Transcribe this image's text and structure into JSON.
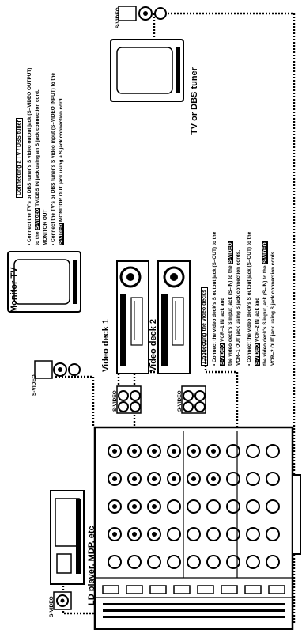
{
  "labels": {
    "monitor_tv": "Monitor TV",
    "tv_dbs_tuner": "TV or DBS tuner",
    "video_deck_1": "Video deck 1",
    "video_deck_2": "Video deck 2",
    "ld_player": "LD player, MDP, etc"
  },
  "tv_section": {
    "title": "Connecting a TV / DBS tuner",
    "line1": "• Connect the TV's or DBS tuner's S video output jack (S–VIDEO OUTPUT)",
    "line2_pre": "to the",
    "line2_tag": "S-VIDEO",
    "line2_post": "TV/DBS IN jack using an S jack connection cord.",
    "monitor_out": "MONITOR OUT",
    "line3": "• Connect the TV's or DBS tuner's S video input (S–VIDEO INPUT) to the",
    "line4_tag": "S-VIDEO",
    "line4_post": "MONITOR OUT jack using a S jack connection cord."
  },
  "deck_section": {
    "title": "Connecting the video decks",
    "col1_l1": "• Connect the video deck's S output jack (S–OUT) to the",
    "col1_l1_tag": "S-VIDEO",
    "col1_l1_post": "VCR–1 IN jack and",
    "col1_l2": "the video deck's S input jack (S–IN) to the",
    "col1_l2_tag": "S-VIDEO",
    "col1_l2_post": "VCR–1 OUT jack using S jack",
    "col1_l3": "connection cords.",
    "col2_l1": "• Connect the video deck's S output jack (S–OUT) to the",
    "col2_l1_tag": "S-VIDEO",
    "col2_l1_post": "VCR–2 IN jack and",
    "col2_l2": "the video deck's S input jack (S–IN) to the",
    "col2_l2_tag": "S-VIDEO",
    "col2_l2_post": "VCR–2 OUT jack using S jack",
    "col2_l3": "connection cords."
  },
  "plug_labels": {
    "s_video": "S-VIDEO"
  },
  "colors": {
    "ink": "#000000",
    "paper": "#ffffff"
  }
}
